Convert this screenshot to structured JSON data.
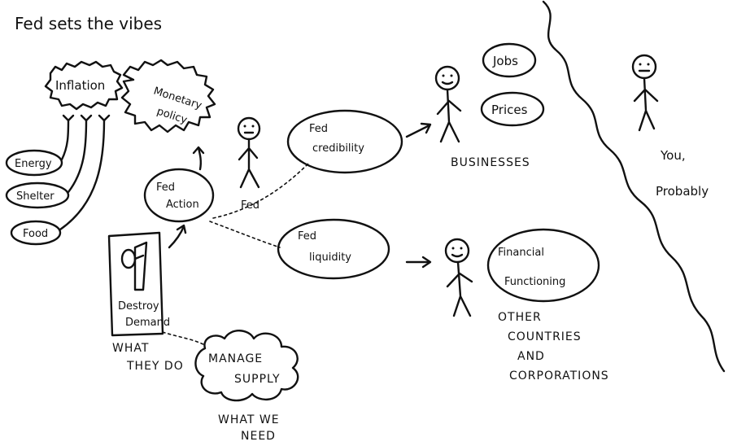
{
  "title": "Fed sets the vibes",
  "nodes": {
    "inflation": "Inflation",
    "monetary_policy_line1": "Monetary",
    "monetary_policy_line2": "policy",
    "energy": "Energy",
    "shelter": "Shelter",
    "food": "Food",
    "fed_action_line1": "Fed",
    "fed_action_line2": "Action",
    "fed_figure_label": "Fed",
    "destroy_demand_line1": "Destroy",
    "destroy_demand_line2": "Demand",
    "what_they_do_line1": "WHAT",
    "what_they_do_line2": "THEY DO",
    "manage_supply_line1": "MANAGE",
    "manage_supply_line2": "SUPPLY",
    "what_we_need_line1": "WHAT WE",
    "what_we_need_line2": "NEED",
    "fed_credibility_line1": "Fed",
    "fed_credibility_line2": "credibility",
    "fed_liquidity_line1": "Fed",
    "fed_liquidity_line2": "liquidity",
    "jobs": "Jobs",
    "prices": "Prices",
    "businesses": "BUSINESSES",
    "financial_functioning_line1": "Financial",
    "financial_functioning_line2": "Functioning",
    "other_line1": "OTHER",
    "other_line2": "COUNTRIES",
    "other_line3": "AND",
    "other_line4": "CORPORATIONS",
    "you_line1": "You,",
    "you_line2": "Probably"
  }
}
